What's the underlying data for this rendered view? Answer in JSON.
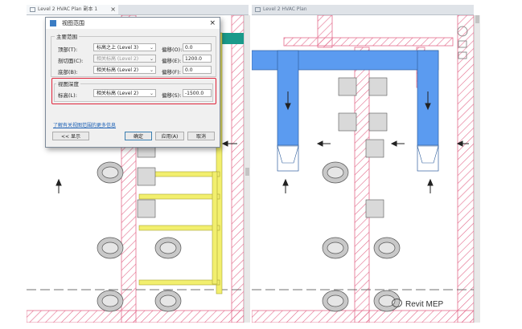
{
  "tabs": [
    {
      "label": "Level 2 HVAC Plan 副本 1",
      "active": true
    },
    {
      "label": "Level 2 HVAC Plan",
      "active": false
    }
  ],
  "dialog": {
    "title": "视图范围",
    "primary_range_label": "主要范围",
    "rows": [
      {
        "label": "顶部(T):",
        "value": "标高之上 (Level 3)",
        "disabled": false,
        "offset_label": "偏移(O):",
        "offset": "0.0"
      },
      {
        "label": "剖切面(C):",
        "value": "相关标高 (Level 2)",
        "disabled": true,
        "offset_label": "偏移(E):",
        "offset": "1200.0"
      },
      {
        "label": "底部(B):",
        "value": "相关标高 (Level 2)",
        "disabled": false,
        "offset_label": "偏移(F):",
        "offset": "0.0"
      }
    ],
    "depth_label": "视图深度",
    "depth_row": {
      "label": "标高(L):",
      "value": "相关标高 (Level 2)",
      "offset_label": "偏移(S):",
      "offset": "-1500.0"
    },
    "link": "了解有关视图范围的更多信息",
    "buttons": {
      "show": "<< 显示",
      "ok": "确定",
      "apply": "应用(A)",
      "cancel": "取消"
    }
  },
  "watermark": "Revit MEP",
  "colors": {
    "duct": "#5b9bf0",
    "pipe": "#f2ef6e",
    "hatch": "#e36b8c",
    "accent": "#e0233a"
  }
}
